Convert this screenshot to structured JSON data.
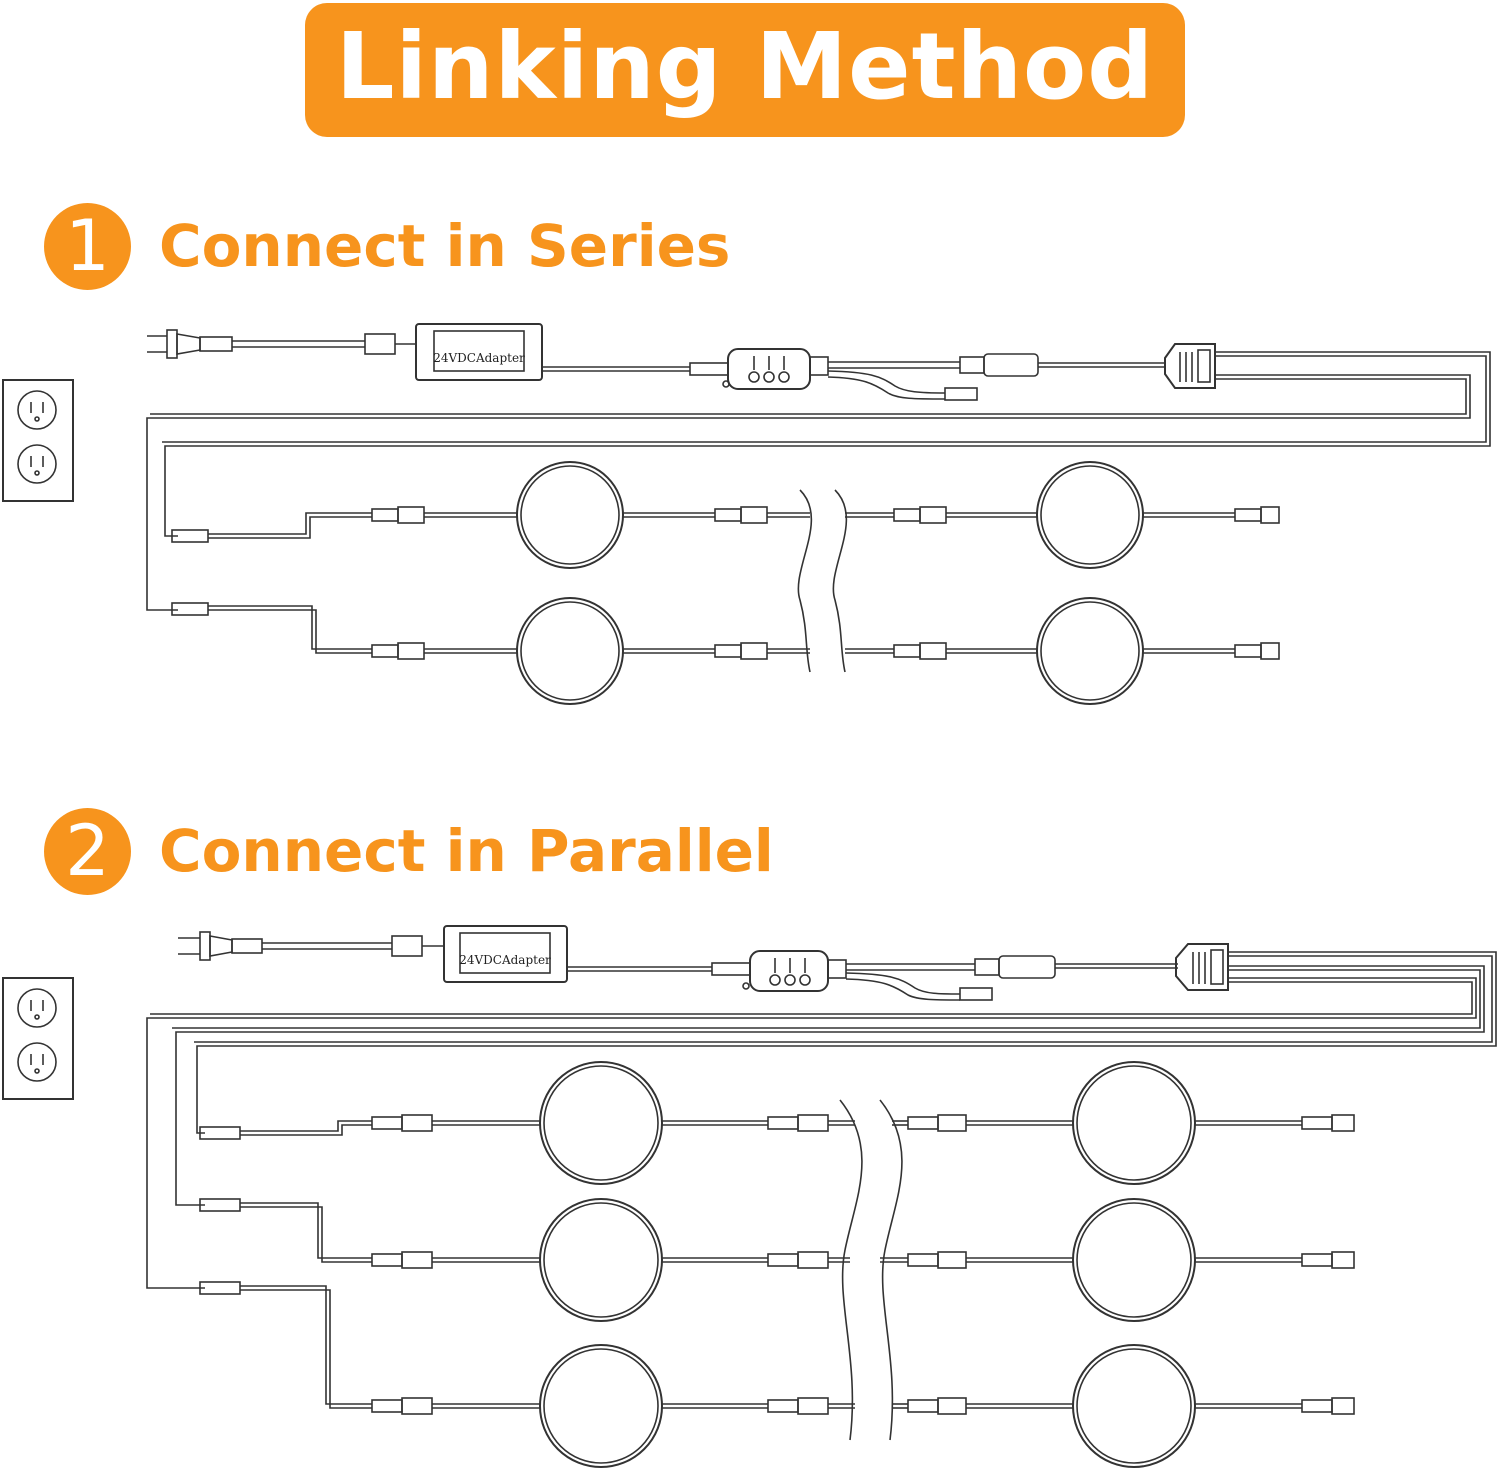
{
  "title": "Linking Method",
  "sections": [
    {
      "number": "1",
      "title": "Connect in Series"
    },
    {
      "number": "2",
      "title": "Connect in Parallel"
    }
  ],
  "adapter_label": "24VDCAdapter",
  "colors": {
    "accent": "#F7941D",
    "line": "#333333",
    "background": "#ffffff"
  }
}
